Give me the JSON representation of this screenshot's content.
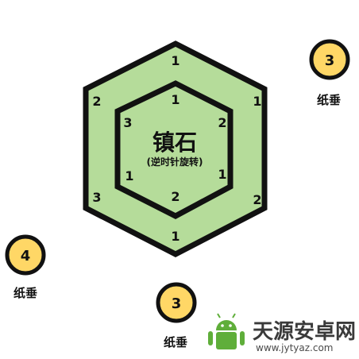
{
  "colors": {
    "hex_fill": "#b5dc9a",
    "outline": "#111111",
    "token_fill": "#ffd766",
    "watermark_green": "#5fae3a"
  },
  "center": {
    "title": "镇石",
    "subtitle": "(逆时针旋转)"
  },
  "outer_ring": {
    "top": "1",
    "upper_right": "1",
    "lower_right": "2",
    "bottom": "1",
    "lower_left": "3",
    "upper_left": "2"
  },
  "inner_ring": {
    "top": "1",
    "upper_right": "2",
    "lower_right": "1",
    "bottom": "2",
    "lower_left": "1",
    "upper_left": "3"
  },
  "tokens": {
    "top_right": {
      "number": "3",
      "label": "纸垂"
    },
    "left": {
      "number": "4",
      "label": "纸垂"
    },
    "bottom": {
      "number": "3",
      "label": "纸垂"
    }
  },
  "watermark": {
    "icon": "android-robot-icon",
    "name": "天源安卓网",
    "url": "www.jytyaz.com"
  }
}
